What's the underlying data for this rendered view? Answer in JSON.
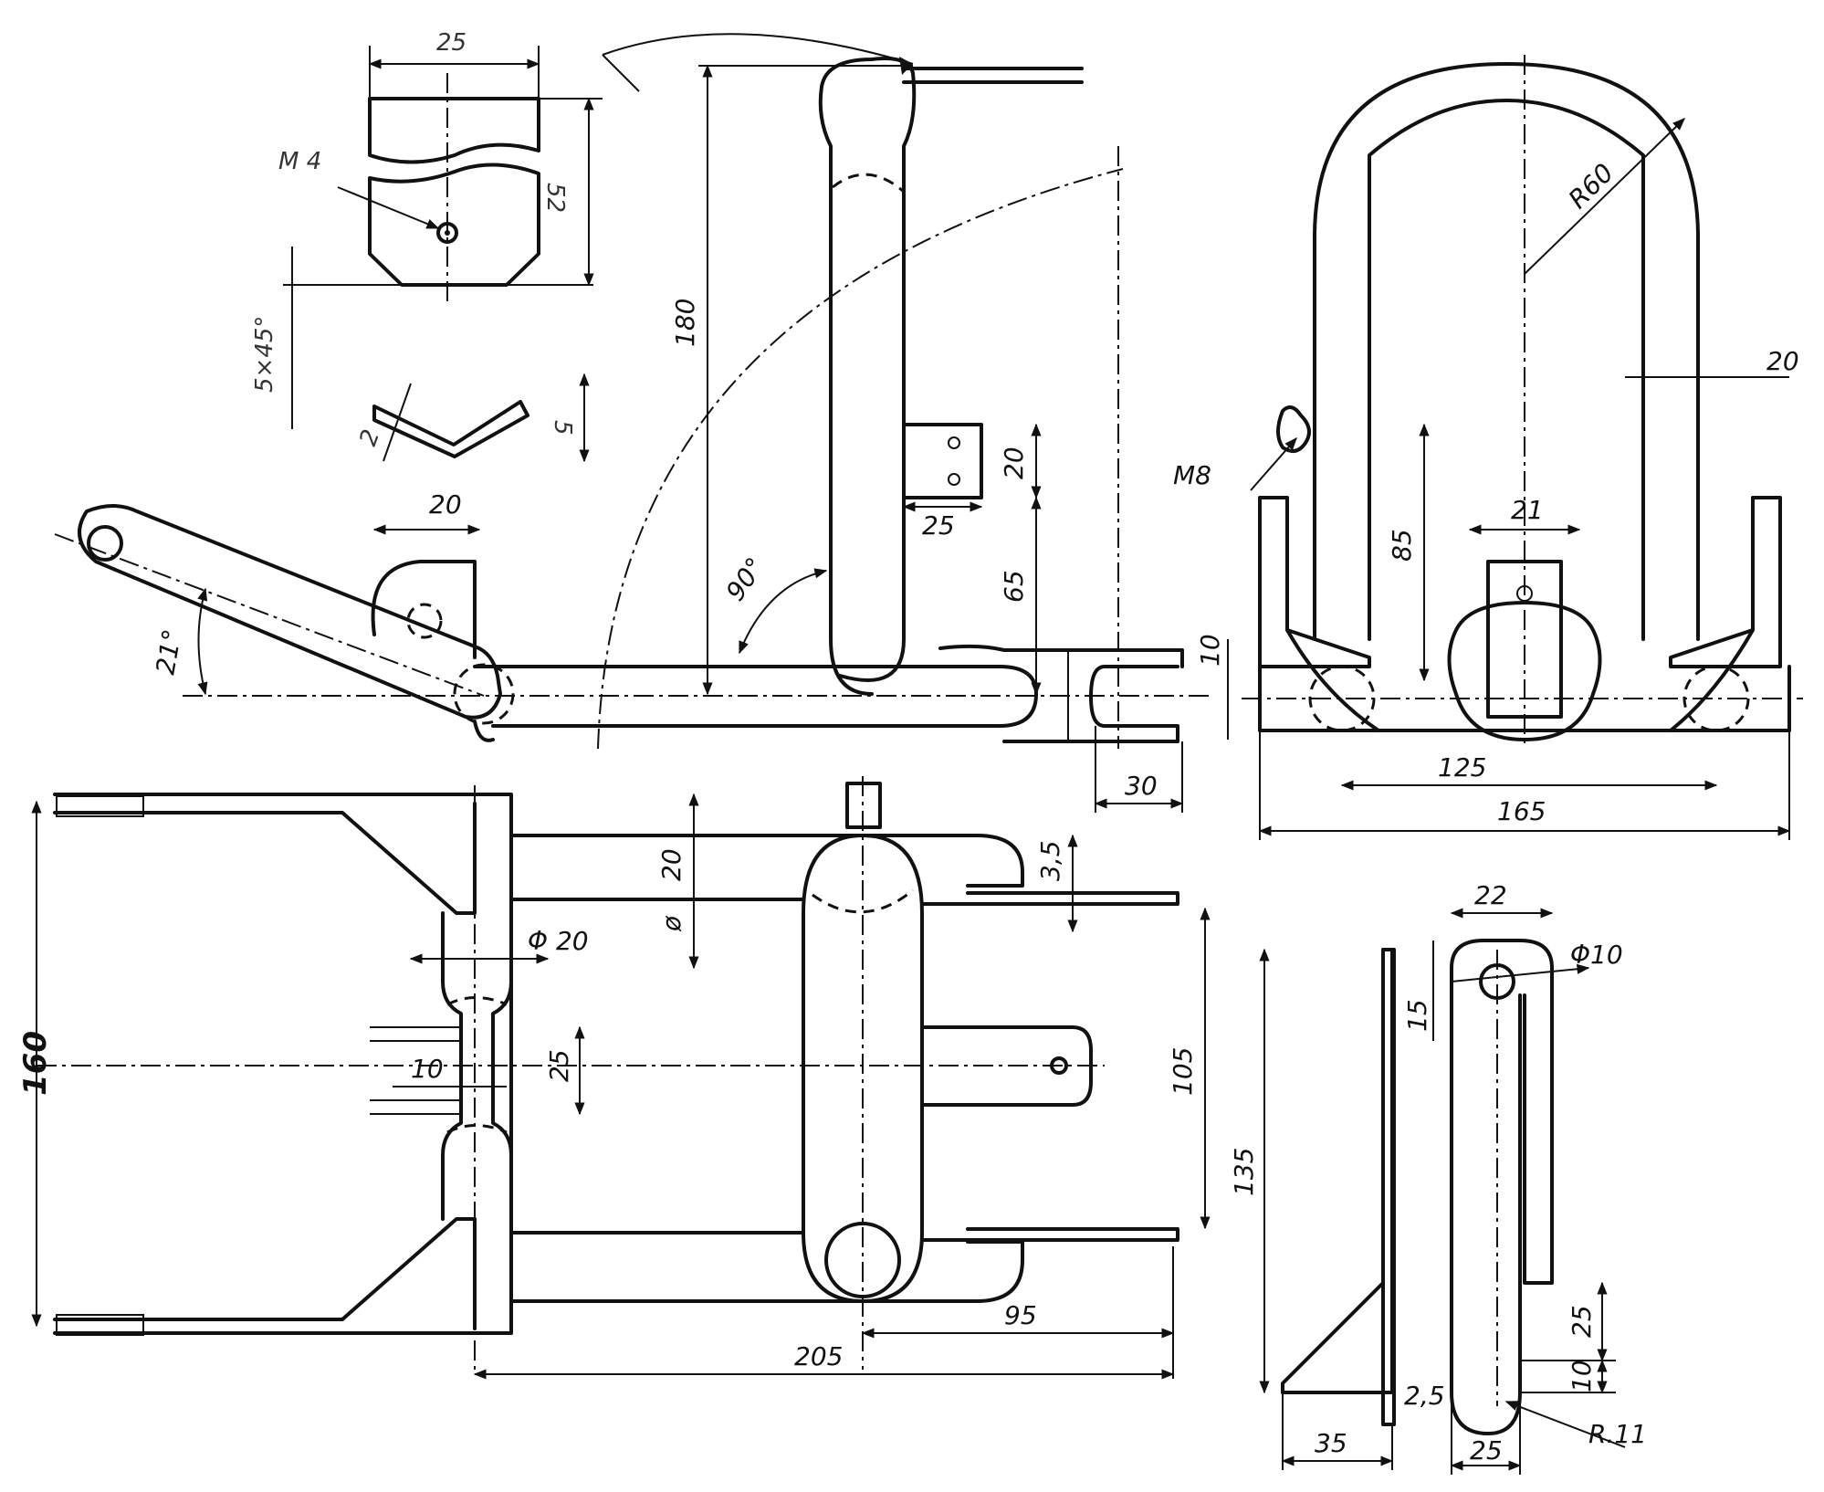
{
  "colors": {
    "ink": "#111111",
    "paper": "#ffffff"
  },
  "detail_plate": {
    "width": "25",
    "height": "52",
    "thread": "M 4",
    "chamfer": "5×45°",
    "thickness": "2",
    "bend": "5"
  },
  "side_view": {
    "height": "180",
    "angle_right": "90°",
    "angle_arm": "21°",
    "bracket_width": "20",
    "slot_width": "25",
    "slot_height": "20",
    "offset": "65",
    "tube": "10",
    "end": "30"
  },
  "top_view": {
    "overall_width": "160",
    "tube_dia": "Φ 20",
    "tube_side": "20",
    "tube_mark": "ø",
    "gap": "3,5",
    "pin_spacing": "25",
    "pin_width": "10",
    "span": "105",
    "length": "205",
    "rear": "95"
  },
  "front_view": {
    "radius": "R60",
    "thickness": "20",
    "bolt": "M8",
    "height": "85",
    "block": "21",
    "inner": "125",
    "outer": "165"
  },
  "lever_view": {
    "width": "22",
    "hole": "Φ10",
    "offset": "15",
    "total": "135",
    "step1": "25",
    "step2": "10",
    "gap": "2,5",
    "radius": "R.11",
    "side": "35",
    "bottom": "25"
  }
}
